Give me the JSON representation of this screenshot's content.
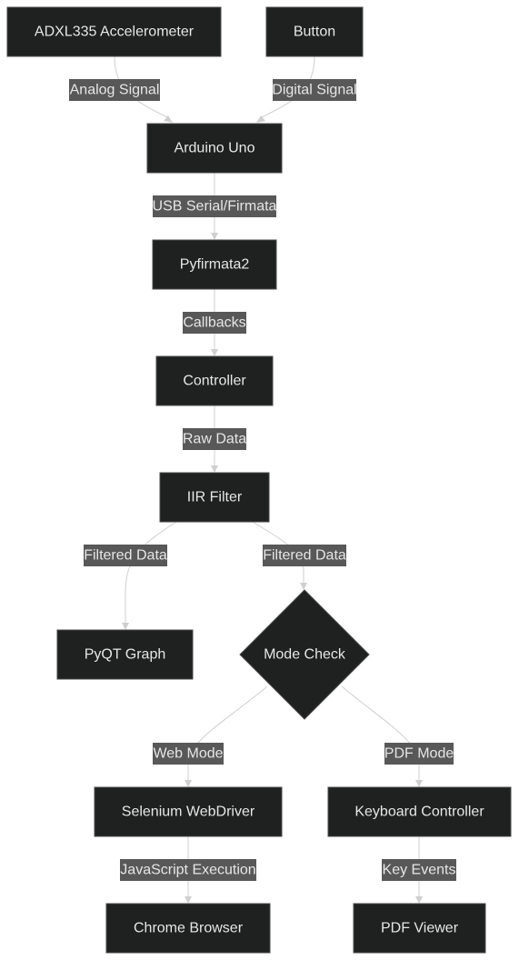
{
  "nodes": {
    "adxl335": "ADXL335 Accelerometer",
    "button": "Button",
    "arduino": "Arduino Uno",
    "pyfirmata": "Pyfirmata2",
    "controller": "Controller",
    "iir": "IIR Filter",
    "pyqt": "PyQT Graph",
    "mode_check": "Mode Check",
    "selenium": "Selenium WebDriver",
    "keyboard": "Keyboard Controller",
    "chrome": "Chrome Browser",
    "pdf_viewer": "PDF Viewer"
  },
  "edges": {
    "adxl_arduino": "Analog Signal",
    "button_arduino": "Digital Signal",
    "arduino_pyfirmata": "USB Serial/Firmata",
    "pyfirmata_controller": "Callbacks",
    "controller_iir": "Raw Data",
    "iir_pyqt": "Filtered Data",
    "iir_mode": "Filtered Data",
    "mode_selenium": "Web Mode",
    "mode_keyboard": "PDF Mode",
    "selenium_chrome": "JavaScript Execution",
    "keyboard_pdf": "Key Events"
  }
}
